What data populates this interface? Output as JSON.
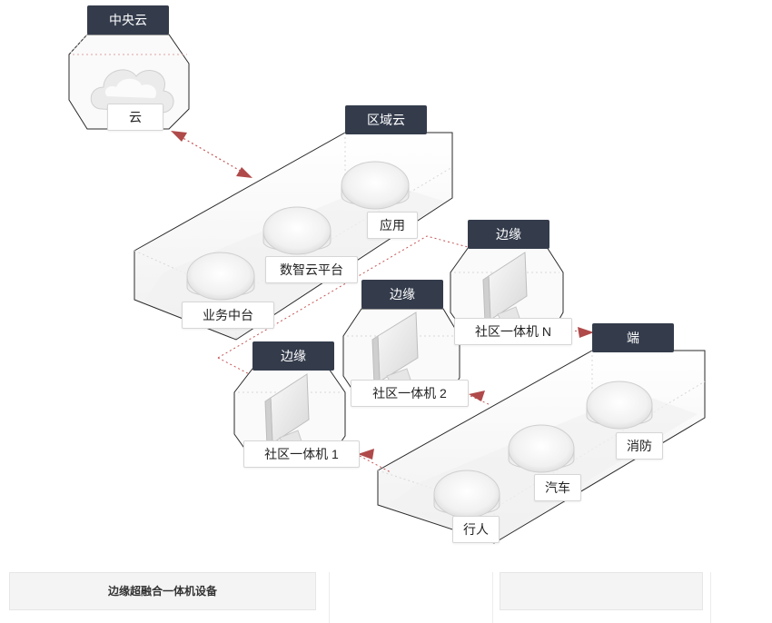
{
  "colors": {
    "label_bg": "#343c4c",
    "arrow": "#b04a4a",
    "outline": "#2a2a2a",
    "dash": "#c45555"
  },
  "tiers": {
    "central": "中央云",
    "regional": "区域云",
    "edge": "边缘",
    "end": "端"
  },
  "nodes": {
    "cloud": "云",
    "app": "应用",
    "smart_cloud": "数智云平台",
    "biz_platform": "业务中台",
    "community_n": "社区一体机 N",
    "community_2": "社区一体机 2",
    "community_1": "社区一体机 1",
    "fire": "消防",
    "car": "汽车",
    "pedestrian": "行人"
  },
  "icons": {
    "cloud": "cloud-icon",
    "server": "server-disk-icon",
    "monitor": "monitor-icon"
  },
  "footer": {
    "title": "边缘超融合一体机设备"
  }
}
